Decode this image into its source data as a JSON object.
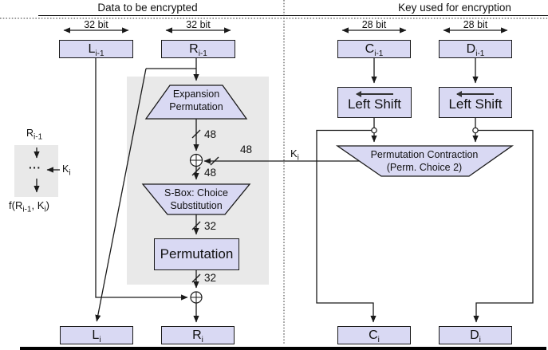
{
  "headers": {
    "left": "Data to be encrypted",
    "right": "Key used for encryption"
  },
  "bit_widths": {
    "l": "32 bit",
    "r": "32 bit",
    "c": "28 bit",
    "d": "28 bit"
  },
  "registers": {
    "l_prev": {
      "base": "L",
      "sub": "i-1"
    },
    "r_prev": {
      "base": "R",
      "sub": "i-1"
    },
    "c_prev": {
      "base": "C",
      "sub": "i-1"
    },
    "d_prev": {
      "base": "D",
      "sub": "i-1"
    },
    "l_cur": {
      "base": "L",
      "sub": "i"
    },
    "r_cur": {
      "base": "R",
      "sub": "i"
    },
    "c_cur": {
      "base": "C",
      "sub": "i"
    },
    "d_cur": {
      "base": "D",
      "sub": "i"
    }
  },
  "blocks": {
    "expansion": {
      "line1": "Expansion",
      "line2": "Permutation"
    },
    "sbox": {
      "line1": "S-Box: Choice",
      "line2": "Substitution"
    },
    "permutation": {
      "label": "Permutation"
    },
    "left_shift_c": {
      "label": "Left Shift"
    },
    "left_shift_d": {
      "label": "Left Shift"
    },
    "perm_contraction": {
      "line1": "Permutation Contraction",
      "line2": "(Perm. Choice 2)"
    }
  },
  "wire_labels": {
    "expansion_out": "48",
    "key_in": "48",
    "xor_out": "48",
    "sbox_out": "32",
    "perm_out": "32",
    "key": {
      "base": "K",
      "sub": "i"
    }
  },
  "mini_legend": {
    "input": {
      "base": "R",
      "sub": "i-1"
    },
    "dots": "···",
    "key": {
      "base": "K",
      "sub": "i"
    },
    "f": {
      "p1": "f(R",
      "s1": "i-1",
      "p2": ", K",
      "s2": "i",
      "p3": ")"
    }
  },
  "colors": {
    "box-fill": "#d9d9f3",
    "panel-gray": "#e9e9e9",
    "line": "#1a1a1a"
  }
}
